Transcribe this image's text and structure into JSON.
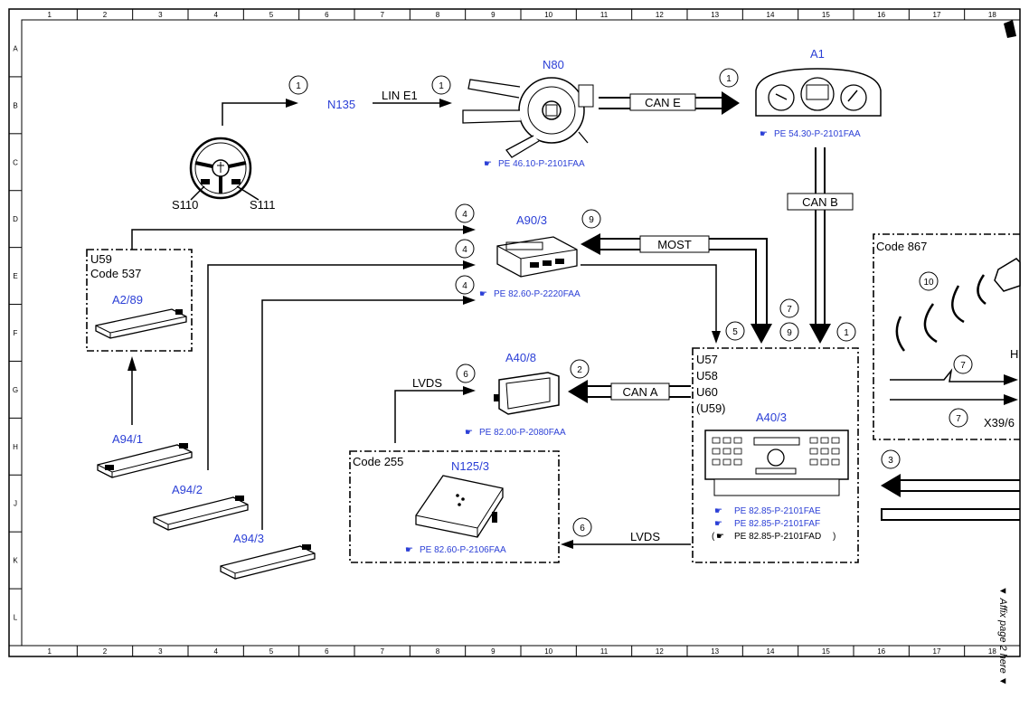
{
  "grid": {
    "columns": [
      "1",
      "2",
      "3",
      "4",
      "5",
      "6",
      "7",
      "8",
      "9",
      "10",
      "11",
      "12",
      "13",
      "14",
      "15",
      "16",
      "17",
      "18"
    ],
    "rows": [
      "A",
      "B",
      "C",
      "D",
      "E",
      "F",
      "G",
      "H",
      "J",
      "K",
      "L"
    ]
  },
  "components": {
    "n80": "N80",
    "a1": "A1",
    "n135": "N135",
    "s110": "S110",
    "s111": "S111",
    "a90_3": "A90/3",
    "a2_89": "A2/89",
    "a94_1": "A94/1",
    "a94_2": "A94/2",
    "a94_3": "A94/3",
    "a40_8": "A40/8",
    "a40_3": "A40/3",
    "n125_3": "N125/3",
    "x39_6": "X39/6",
    "h": "H"
  },
  "buses": {
    "lin_e1": "LIN E1",
    "can_e": "CAN E",
    "can_b": "CAN B",
    "most": "MOST",
    "can_a": "CAN A",
    "lvds_top": "LVDS",
    "lvds_bottom": "LVDS"
  },
  "refs": {
    "n80": "PE 46.10-P-2101FAA",
    "a1": "PE 54.30-P-2101FAA",
    "a90_3": "PE 82.60-P-2220FAA",
    "a40_8": "PE 82.00-P-2080FAA",
    "n125_3": "PE 82.60-P-2106FAA",
    "a40_3_1": "PE 82.85-P-2101FAE",
    "a40_3_2": "PE 82.85-P-2101FAF",
    "a40_3_3": "PE 82.85-P-2101FAD",
    "a40_3_3_open": "(",
    "a40_3_3_close": ")"
  },
  "boxes": {
    "u59_code537_l1": "U59",
    "u59_code537_l2": "Code 537",
    "code255": "Code 255",
    "code867": "Code 867",
    "a40_3_l1": "U57",
    "a40_3_l2": "U58",
    "a40_3_l3": "U60",
    "a40_3_l4": "(U59)"
  },
  "markers": {
    "n135": "1",
    "lin": "1",
    "can_e": "1",
    "a90_top": "4",
    "a90_mid": "4",
    "a90_bot": "4",
    "a90_9": "9",
    "a40_3_5": "5",
    "a40_3_7": "7",
    "a40_3_9": "9",
    "a40_3_1": "1",
    "code867_10": "10",
    "code867_7a": "7",
    "code867_7b": "7",
    "a40_8_2": "2",
    "lvds_6a": "6",
    "lvds_6b": "6",
    "right_3": "3"
  },
  "side_note": "▼ Affix page 2 here ▼"
}
